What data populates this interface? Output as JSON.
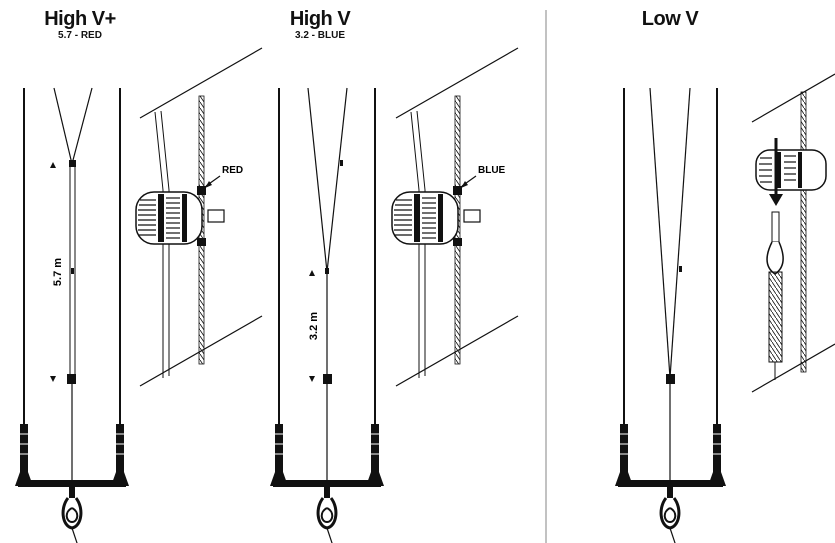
{
  "panels": [
    {
      "title": "High V+",
      "subtitle": "5.7 - RED",
      "length_label": "5.7 m",
      "color_label": "RED"
    },
    {
      "title": "High V",
      "subtitle": "3.2 - BLUE",
      "length_label": "3.2 m",
      "color_label": "BLUE"
    },
    {
      "title": "Low V"
    }
  ],
  "colors": {
    "line": "#111111",
    "divider": "#999999",
    "background": "#ffffff"
  }
}
